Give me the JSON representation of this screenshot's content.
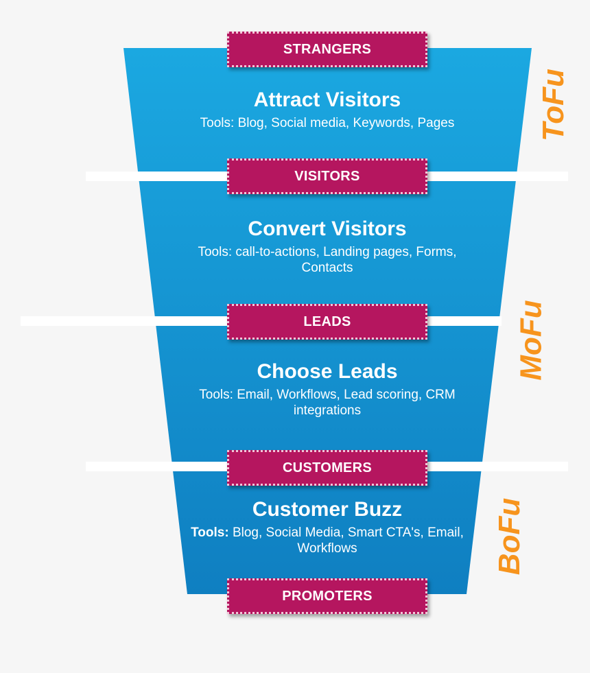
{
  "colors": {
    "funnel_top": "#1aa7e0",
    "funnel_bottom": "#1080c2",
    "tag_fill": "#b5165f",
    "phase_text": "#f7941d"
  },
  "stages": [
    {
      "title": "Attract Visitors",
      "tools_label": "",
      "tools": "Tools: Blog, Social media, Keywords, Pages"
    },
    {
      "title": "Convert Visitors",
      "tools_label": "",
      "tools": "Tools: call-to-actions, Landing pages, Forms, Contacts"
    },
    {
      "title": "Choose Leads",
      "tools_label": "",
      "tools": "Tools: Email, Workflows, Lead scoring, CRM integrations"
    },
    {
      "title": "Customer Buzz",
      "tools_label": "Tools:",
      "tools": " Blog, Social Media, Smart CTA's, Email, Workflows"
    }
  ],
  "tags": [
    "STRANGERS",
    "VISITORS",
    "LEADS",
    "CUSTOMERS",
    "PROMOTERS"
  ],
  "phases": [
    "ToFu",
    "MoFu",
    "BoFu"
  ]
}
